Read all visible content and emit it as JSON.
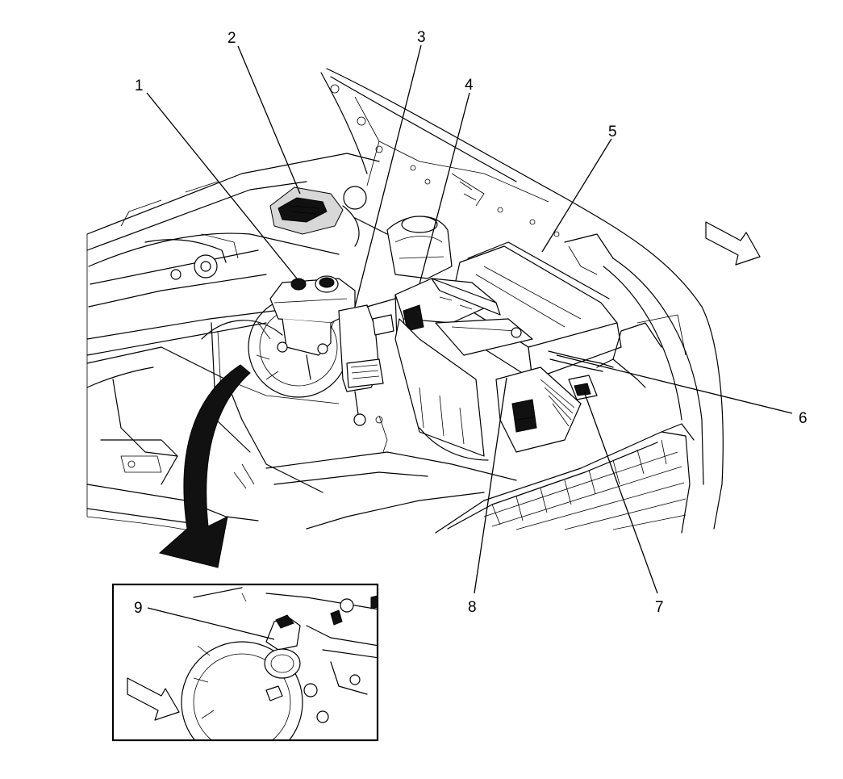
{
  "callouts": [
    {
      "id": "1",
      "label": "1"
    },
    {
      "id": "2",
      "label": "2"
    },
    {
      "id": "3",
      "label": "3"
    },
    {
      "id": "4",
      "label": "4"
    },
    {
      "id": "5",
      "label": "5"
    },
    {
      "id": "6",
      "label": "6"
    },
    {
      "id": "7",
      "label": "7"
    },
    {
      "id": "8",
      "label": "8"
    },
    {
      "id": "9",
      "label": "9"
    }
  ],
  "icons": {
    "forward_arrow_main": "direction-arrow-icon",
    "forward_arrow_inset": "direction-arrow-icon",
    "detail_arrow": "curved-detail-arrow-icon"
  },
  "colors": {
    "line": "#000000",
    "background": "#ffffff"
  }
}
